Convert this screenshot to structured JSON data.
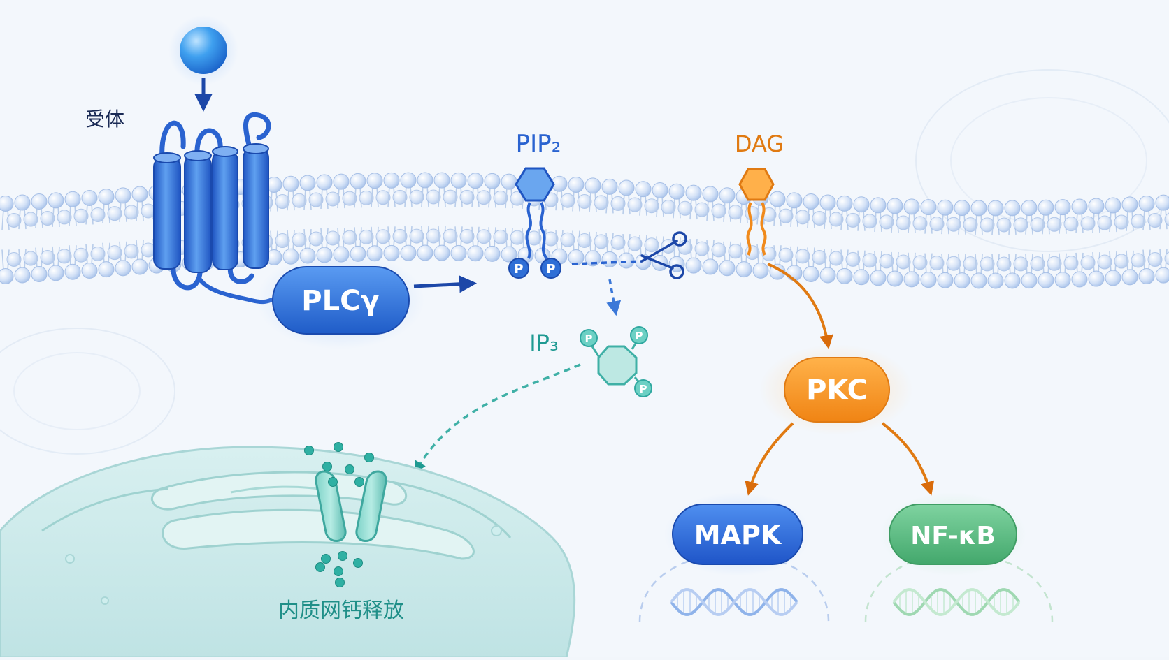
{
  "labels": {
    "receptor": "受体",
    "plc": "PLCγ",
    "pip2": "PIP₂",
    "dag": "DAG",
    "ip3": "IP₃",
    "pkc": "PKC",
    "mapk": "MAPK",
    "nfkb": "NF-κB",
    "er_release": "内质网钙释放",
    "phosphate": "P"
  },
  "colors": {
    "blue": "#2f6fd6",
    "blue_dark": "#1c47a8",
    "orange": "#f08a1c",
    "orange_dark": "#d96b0a",
    "teal": "#2fa8a0",
    "green": "#4fb87a",
    "membrane": "#c9daf4",
    "er": "#bfe3e3"
  },
  "icons": {
    "ligand": "ligand-sphere-icon",
    "scissors": "scissors-icon",
    "dna": "dna-helix-icon",
    "channel": "calcium-channel-icon"
  }
}
